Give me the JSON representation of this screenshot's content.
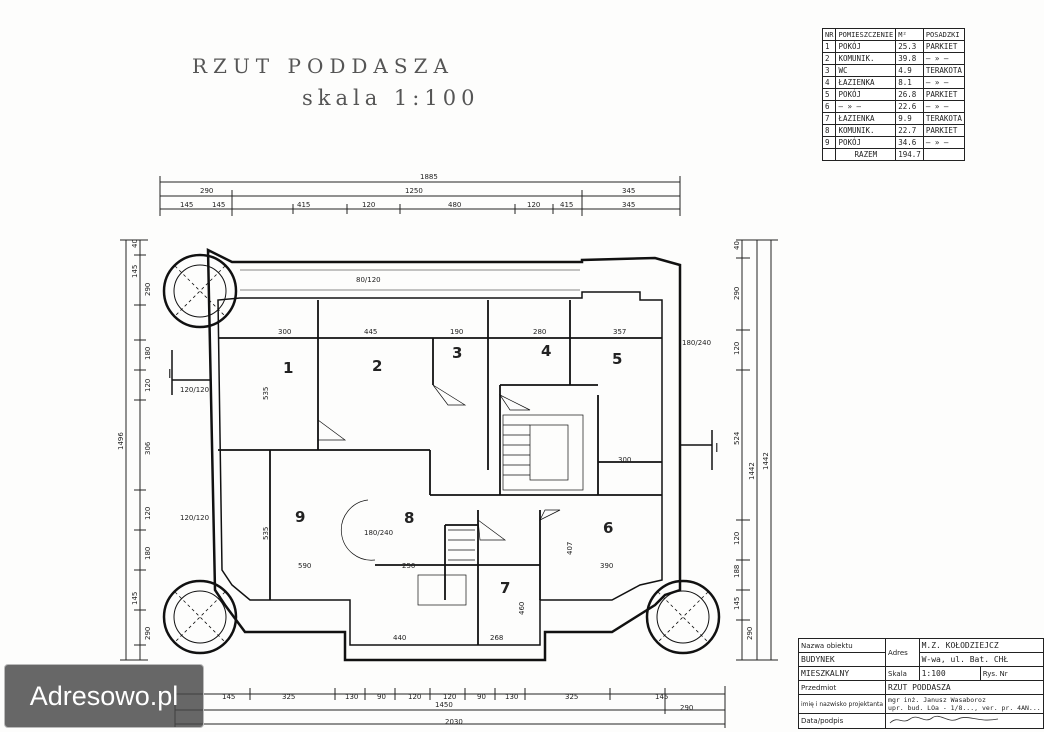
{
  "title": "RZUT PODDASZA",
  "scale": "skala 1:100",
  "legend": {
    "headers": [
      "NR",
      "POMIESZCZENIE",
      "M²",
      "POSADZKI"
    ],
    "rows": [
      [
        "1",
        "POKÓJ",
        "25.3",
        "PARKIET"
      ],
      [
        "2",
        "KOMUNIK.",
        "39.8",
        "— » —"
      ],
      [
        "3",
        "WC",
        "4.9",
        "TERAKOTA"
      ],
      [
        "4",
        "ŁAZIENKA",
        "8.1",
        "— » —"
      ],
      [
        "5",
        "POKÓJ",
        "26.8",
        "PARKIET"
      ],
      [
        "6",
        "— » —",
        "22.6",
        "— » —"
      ],
      [
        "7",
        "ŁAZIENKA",
        "9.9",
        "TERAKOTA"
      ],
      [
        "8",
        "KOMUNIK.",
        "22.7",
        "PARKIET"
      ],
      [
        "9",
        "POKÓJ",
        "34.6",
        "— » —"
      ]
    ],
    "total_label": "RAZEM",
    "total_value": "194.7"
  },
  "rooms": [
    "1",
    "2",
    "3",
    "4",
    "5",
    "6",
    "7",
    "8",
    "9"
  ],
  "dims": {
    "top_total": "1885",
    "top_mid": [
      "290",
      "1250",
      "345"
    ],
    "top_chain": [
      "145",
      "145",
      "415",
      "120",
      "480",
      "120",
      "415",
      "345"
    ],
    "bottom_chain": [
      "145",
      "325",
      "130",
      "90",
      "120",
      "120",
      "90",
      "130",
      "325",
      "145"
    ],
    "bottom_mid": "1450",
    "bottom_side": "290",
    "bottom_total": "2030",
    "left_total": "1496",
    "left_chain": [
      "40",
      "145",
      "290",
      "180",
      "120",
      "306",
      "120",
      "180",
      "145",
      "290"
    ],
    "right_total": "1442",
    "right_mid": "1442",
    "right_chain": [
      "40",
      "290",
      "120",
      "524",
      "120",
      "188",
      "145",
      "290"
    ],
    "interior": [
      "300",
      "445",
      "190",
      "280",
      "357",
      "535",
      "80/120",
      "300",
      "535",
      "590",
      "250",
      "180/240",
      "390",
      "460",
      "440",
      "268",
      "407",
      "120/120",
      "120/120",
      "180/240"
    ]
  },
  "section_marks": [
    "I",
    "I"
  ],
  "title_block": {
    "object_label": "Nazwa obiektu",
    "object_value_1": "BUDYNEK",
    "object_value_2": "MIESZKALNY",
    "address_label": "Adres",
    "address_value_1": "M.Z. KOŁODZIEJCZ",
    "address_value_2": "W-wa, ul. Bat. CHŁ",
    "scale_label": "Skala",
    "scale_value": "1:100",
    "drawing_label": "Rys. Nr",
    "subject_label": "Przedmiot",
    "subject_value": "RZUT PODDASZA",
    "designer_label": "imię i nazwisko projektanta",
    "designer_value_1": "mgr inż. Janusz Wasaboroz",
    "designer_value_2": "upr. bud. LOa - 1/8..., ver. pr. 4AN...",
    "date_label": "Data/podpis"
  },
  "watermark": "Adresowo.pl"
}
